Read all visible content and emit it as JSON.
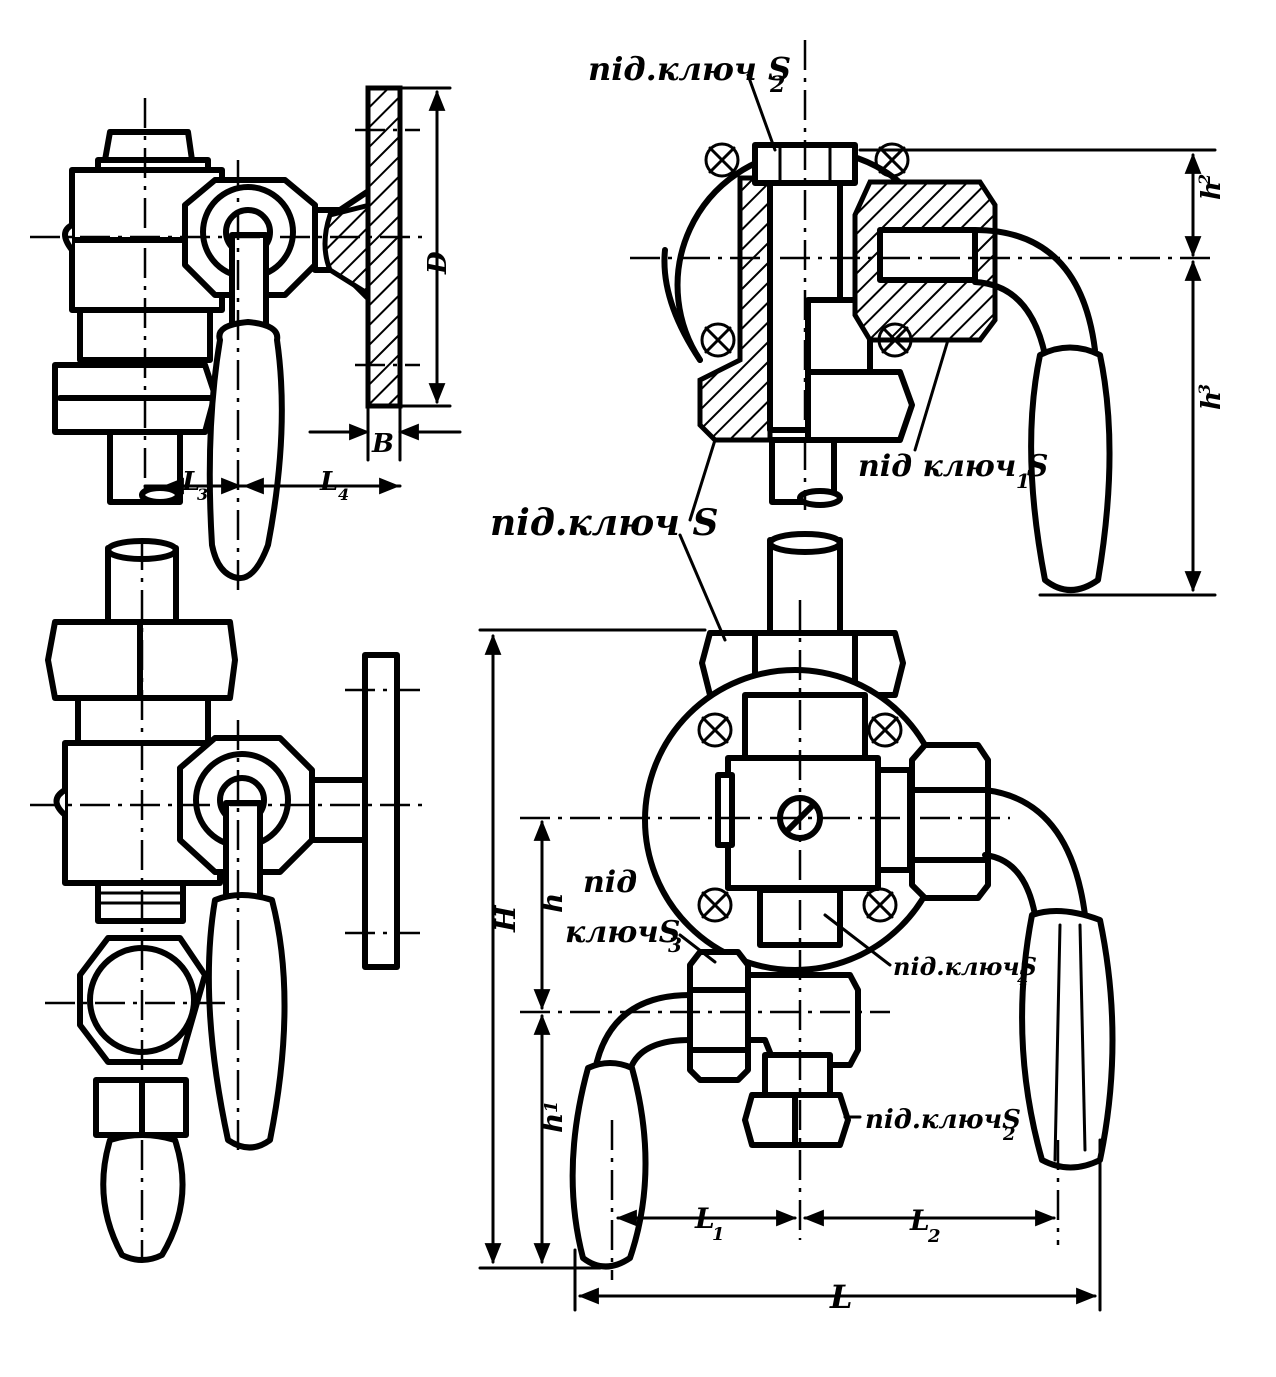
{
  "labels": {
    "wrench_s2_top": "під.ключ S",
    "wrench_s2_top_sub": "2",
    "wrench_s1": "під ключ S",
    "wrench_s1_sub": "1",
    "wrench_s": "під.ключ S",
    "wrench_s3_line1": "під",
    "wrench_s3_line2": "ключS",
    "wrench_s3_sub": "3",
    "wrench_s4": "під.ключS",
    "wrench_s4_sub": "4",
    "wrench_s2_bottom": "під.ключS",
    "wrench_s2_bottom_sub": "2"
  },
  "dimensions": {
    "D": "D",
    "B": "B",
    "L3": "L",
    "L3_sub": "3",
    "L4": "L",
    "L4_sub": "4",
    "h2": "h",
    "h2_sub": "2",
    "h3": "h",
    "h3_sub": "3",
    "H": "H",
    "h": "h",
    "h1": "h",
    "h1_sub": "1",
    "L1": "L",
    "L1_sub": "1",
    "L2": "L",
    "L2_sub": "2",
    "L": "L"
  }
}
